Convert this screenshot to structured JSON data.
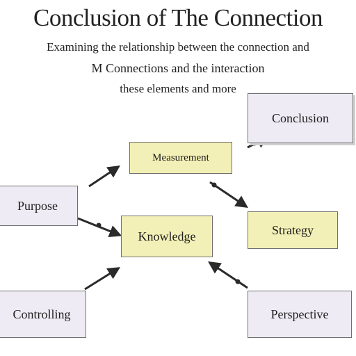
{
  "diagram": {
    "title": "Conclusion of The Connection",
    "subtitle_lines": [
      "Examining the relationship between the connection and",
      "M Connections and the interaction",
      "these elements and more"
    ],
    "nodes": {
      "top_right": "Conclusion",
      "center_top": "Measurement",
      "left": "Purpose",
      "center": "Knowledge",
      "right_middle": "Strategy",
      "bottom_left": "Controlling",
      "bottom_right": "Perspective"
    }
  },
  "colors": {
    "lavender": "#eeebf4",
    "yellow": "#f3f0b7",
    "border": "#6f6f6f",
    "arrow": "#2a2a2a"
  }
}
